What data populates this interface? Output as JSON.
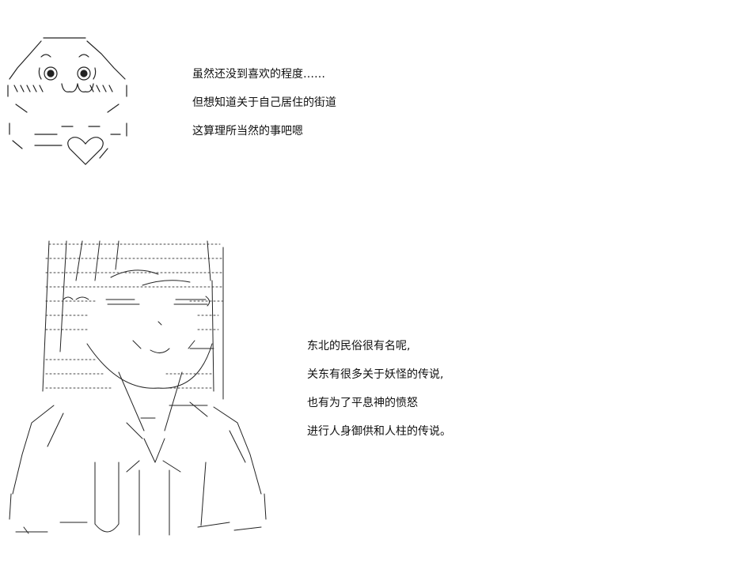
{
  "top_caption": {
    "lines": [
      "虽然还没到喜欢的程度……",
      "但想知道关于自己居住的街道",
      "这算理所当然的事吧嗯"
    ]
  },
  "bottom_caption": {
    "lines": [
      "东北的民俗很有名呢,",
      "关东有很多关于妖怪的传说,",
      "也有为了平息神的愤怒",
      "进行人身御供和人柱的传说。"
    ]
  },
  "art_icons": {
    "top": "blushing-ghost-heart-icon",
    "bottom": "long-haired-girl-portrait-icon"
  },
  "colors": {
    "ink": "#111111",
    "background": "#ffffff"
  }
}
